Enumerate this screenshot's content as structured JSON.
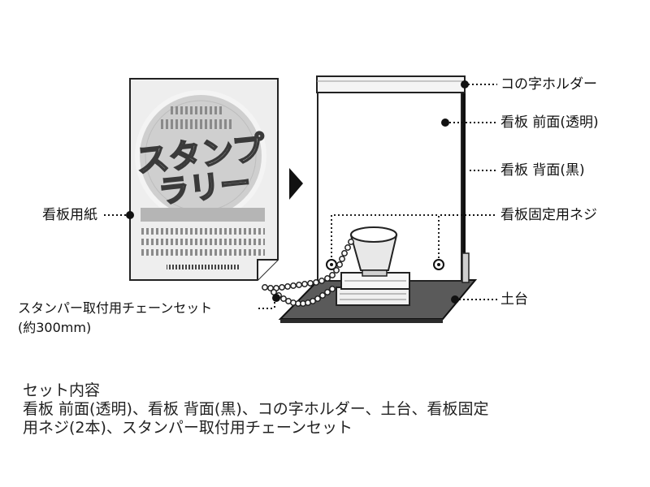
{
  "poster": {
    "stamp_line1": "スタンプ",
    "stamp_line2": "ラリー"
  },
  "labels": {
    "holder": "コの字ホルダー",
    "front_panel": "看板 前面(透明)",
    "back_panel": "看板 背面(黒)",
    "screws": "看板固定用ネジ",
    "base": "土台",
    "paper": "看板用紙",
    "chain_line1": "スタンパー取付用チェーンセット",
    "chain_line2": "(約300mm)"
  },
  "contents": {
    "heading": "セット内容",
    "line1": "看板 前面(透明)、看板 背面(黒)、コの字ホルダー、土台、看板固定",
    "line2": "用ネジ(2本)、スタンパー取付用チェーンセット"
  }
}
